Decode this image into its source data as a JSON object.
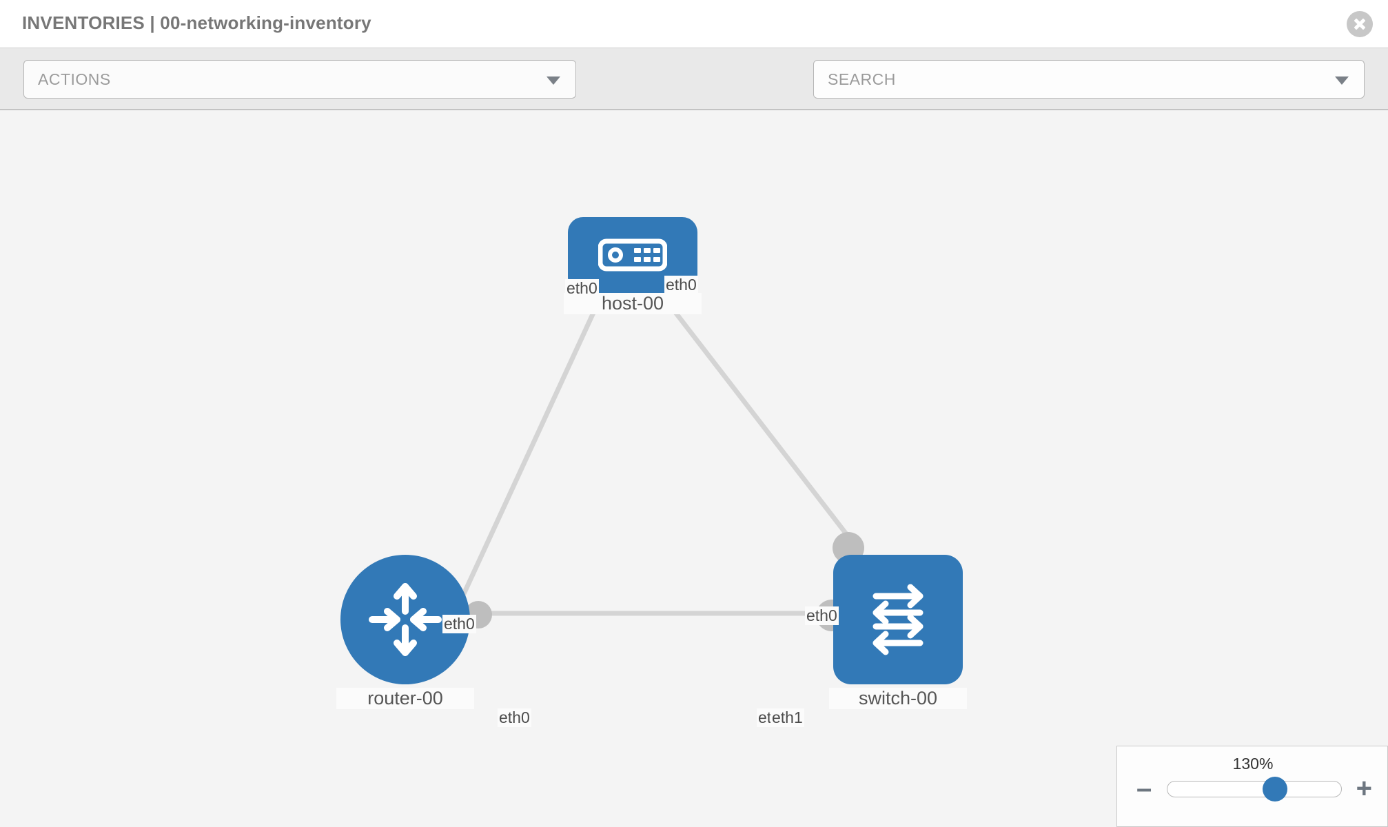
{
  "header": {
    "title": "INVENTORIES | 00-networking-inventory",
    "close_icon": "close-circle-icon"
  },
  "toolbar": {
    "actions_label": "ACTIONS",
    "actions_caret": "chevron-down-icon",
    "wrench_icon": "wrench-icon",
    "key_icon": "key-icon",
    "search_placeholder": "SEARCH",
    "search_caret": "chevron-down-icon"
  },
  "topology": {
    "nodes": [
      {
        "id": "host-00",
        "label": "host-00",
        "type": "host",
        "icon": "server-icon",
        "shape": "rounded-rect",
        "color": "#3279b7"
      },
      {
        "id": "router-00",
        "label": "router-00",
        "type": "router",
        "icon": "router-arrows-icon",
        "shape": "circle",
        "color": "#3279b7"
      },
      {
        "id": "switch-00",
        "label": "switch-00",
        "type": "switch",
        "icon": "switch-arrows-icon",
        "shape": "rounded-square",
        "color": "#3279b7"
      }
    ],
    "links": [
      {
        "from": "host-00",
        "from_interface": "eth0",
        "to": "router-00",
        "to_interface": "eth0"
      },
      {
        "from": "host-00",
        "from_interface": "eth0",
        "to": "switch-00",
        "to_interface": "eth0"
      },
      {
        "from": "router-00",
        "from_interface": "eth0",
        "to": "switch-00",
        "to_interface": "eth1"
      }
    ],
    "edge_labels": {
      "host_left": "eth0",
      "host_right": "eth0",
      "router_upper": "eth0",
      "switch_upper": "eth0",
      "router_right": "eth0",
      "switch_left_hidden": "eth0",
      "switch_left": "eth1"
    },
    "link_color": "#d4d4d4",
    "connector_color": "#bebebe"
  },
  "zoom_control": {
    "value_label": "130%",
    "minus_label": "–",
    "plus_label": "+",
    "thumb_position_percent": 62
  }
}
